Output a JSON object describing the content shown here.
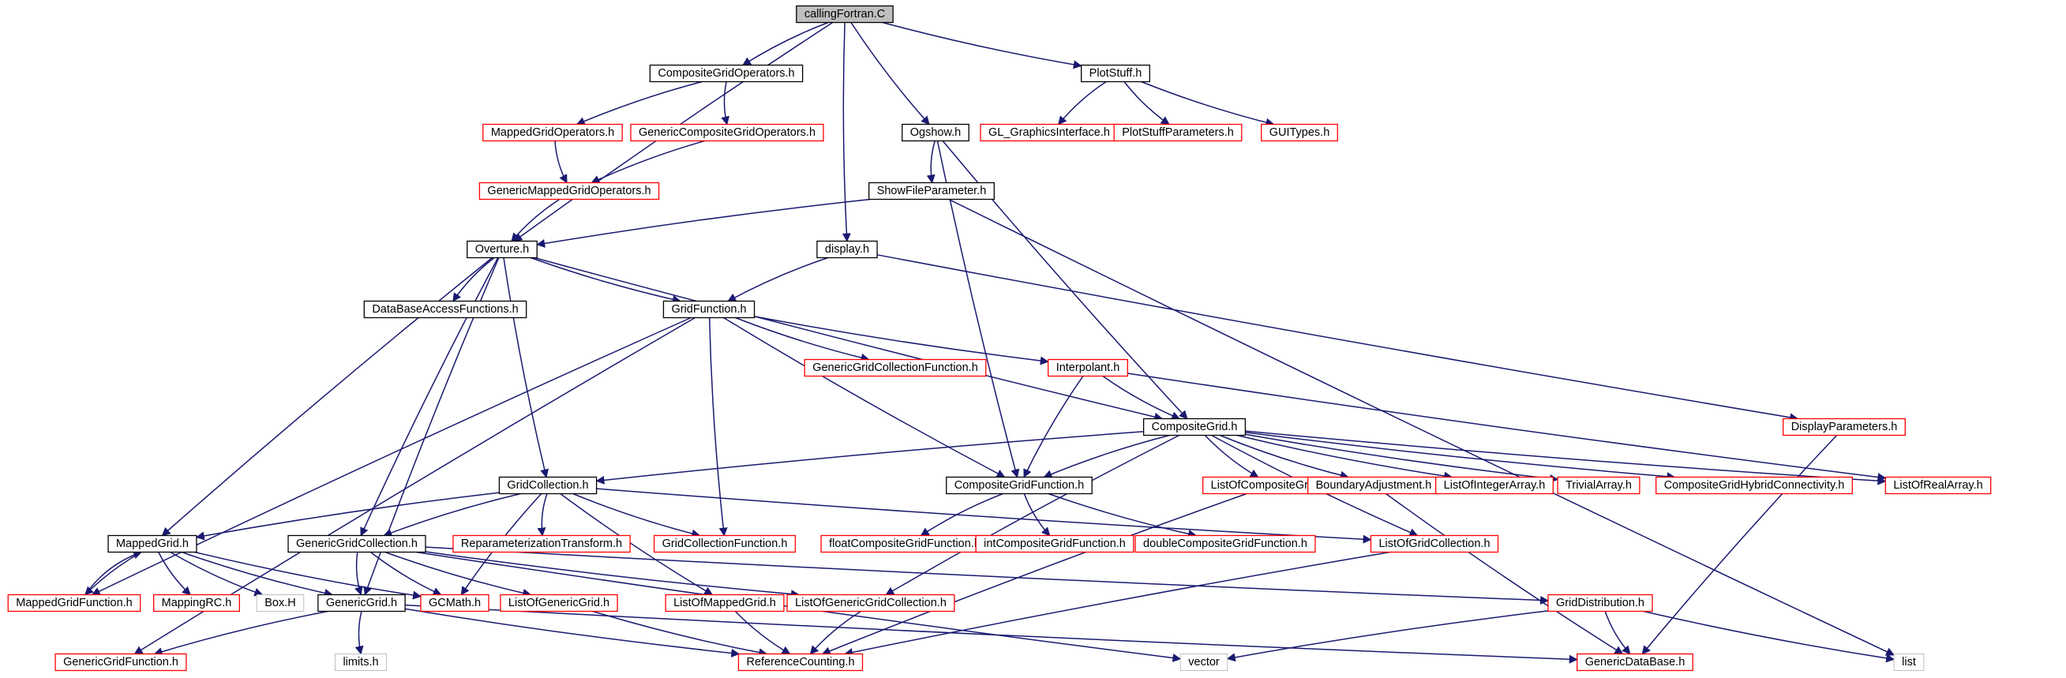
{
  "colors": {
    "edge": "#191970",
    "root_fill": "#bfbfbf",
    "documented_border": "#000000",
    "undocumented_border": "#ff0000",
    "external_border": "#bfbfbf"
  },
  "nodes": {
    "n_root": {
      "label": "callingFortran.C",
      "kind": "root"
    },
    "n_cgo": {
      "label": "CompositeGridOperators.h",
      "kind": "documented"
    },
    "n_plot": {
      "label": "PlotStuff.h",
      "kind": "documented"
    },
    "n_mgo": {
      "label": "MappedGridOperators.h",
      "kind": "undocumented"
    },
    "n_gcgo": {
      "label": "GenericCompositeGridOperators.h",
      "kind": "undocumented"
    },
    "n_ogshow": {
      "label": "Ogshow.h",
      "kind": "documented"
    },
    "n_glgi": {
      "label": "GL_GraphicsInterface.h",
      "kind": "undocumented"
    },
    "n_psp": {
      "label": "PlotStuffParameters.h",
      "kind": "undocumented"
    },
    "n_guit": {
      "label": "GUITypes.h",
      "kind": "undocumented"
    },
    "n_gmgo": {
      "label": "GenericMappedGridOperators.h",
      "kind": "undocumented"
    },
    "n_sfp": {
      "label": "ShowFileParameter.h",
      "kind": "documented"
    },
    "n_overture": {
      "label": "Overture.h",
      "kind": "documented"
    },
    "n_display": {
      "label": "display.h",
      "kind": "documented"
    },
    "n_dbaf": {
      "label": "DataBaseAccessFunctions.h",
      "kind": "documented"
    },
    "n_gf": {
      "label": "GridFunction.h",
      "kind": "documented"
    },
    "n_ggcf": {
      "label": "GenericGridCollectionFunction.h",
      "kind": "undocumented"
    },
    "n_interp": {
      "label": "Interpolant.h",
      "kind": "undocumented"
    },
    "n_dp": {
      "label": "DisplayParameters.h",
      "kind": "undocumented"
    },
    "n_cg": {
      "label": "CompositeGrid.h",
      "kind": "documented"
    },
    "n_gc": {
      "label": "GridCollection.h",
      "kind": "documented"
    },
    "n_cgf": {
      "label": "CompositeGridFunction.h",
      "kind": "documented"
    },
    "n_locg": {
      "label": "ListOfCompositeGrid.h",
      "kind": "undocumented"
    },
    "n_ba": {
      "label": "BoundaryAdjustment.h",
      "kind": "undocumented"
    },
    "n_loia": {
      "label": "ListOfIntegerArray.h",
      "kind": "undocumented"
    },
    "n_ta": {
      "label": "TrivialArray.h",
      "kind": "undocumented"
    },
    "n_cghc": {
      "label": "CompositeGridHybridConnectivity.h",
      "kind": "undocumented"
    },
    "n_lora": {
      "label": "ListOfRealArray.h",
      "kind": "undocumented"
    },
    "n_mg": {
      "label": "MappedGrid.h",
      "kind": "documented"
    },
    "n_ggc": {
      "label": "GenericGridCollection.h",
      "kind": "documented"
    },
    "n_rt": {
      "label": "ReparameterizationTransform.h",
      "kind": "undocumented"
    },
    "n_gcf": {
      "label": "GridCollectionFunction.h",
      "kind": "undocumented"
    },
    "n_fcgf": {
      "label": "floatCompositeGridFunction.h",
      "kind": "undocumented"
    },
    "n_icgf": {
      "label": "intCompositeGridFunction.h",
      "kind": "undocumented"
    },
    "n_dcgf": {
      "label": "doubleCompositeGridFunction.h",
      "kind": "undocumented"
    },
    "n_logc": {
      "label": "ListOfGridCollection.h",
      "kind": "undocumented"
    },
    "n_mgf": {
      "label": "MappedGridFunction.h",
      "kind": "undocumented"
    },
    "n_mrc": {
      "label": "MappingRC.h",
      "kind": "undocumented"
    },
    "n_box": {
      "label": "Box.H",
      "kind": "external"
    },
    "n_gg": {
      "label": "GenericGrid.h",
      "kind": "documented"
    },
    "n_gcm": {
      "label": "GCMath.h",
      "kind": "undocumented"
    },
    "n_logg": {
      "label": "ListOfGenericGrid.h",
      "kind": "undocumented"
    },
    "n_lomg": {
      "label": "ListOfMappedGrid.h",
      "kind": "undocumented"
    },
    "n_loggc": {
      "label": "ListOfGenericGridCollection.h",
      "kind": "undocumented"
    },
    "n_gd": {
      "label": "GridDistribution.h",
      "kind": "undocumented"
    },
    "n_ggf": {
      "label": "GenericGridFunction.h",
      "kind": "undocumented"
    },
    "n_limits": {
      "label": "limits.h",
      "kind": "external"
    },
    "n_rc": {
      "label": "ReferenceCounting.h",
      "kind": "undocumented"
    },
    "n_vector": {
      "label": "vector",
      "kind": "external"
    },
    "n_gdb": {
      "label": "GenericDataBase.h",
      "kind": "undocumented"
    },
    "n_list": {
      "label": "list",
      "kind": "external"
    }
  },
  "edges": [
    [
      "n_root",
      "n_cgo"
    ],
    [
      "n_root",
      "n_plot"
    ],
    [
      "n_root",
      "n_ogshow"
    ],
    [
      "n_root",
      "n_display"
    ],
    [
      "n_root",
      "n_overture"
    ],
    [
      "n_cgo",
      "n_mgo"
    ],
    [
      "n_cgo",
      "n_gcgo"
    ],
    [
      "n_mgo",
      "n_gmgo"
    ],
    [
      "n_gcgo",
      "n_gmgo"
    ],
    [
      "n_gmgo",
      "n_overture"
    ],
    [
      "n_plot",
      "n_glgi"
    ],
    [
      "n_plot",
      "n_psp"
    ],
    [
      "n_plot",
      "n_guit"
    ],
    [
      "n_ogshow",
      "n_sfp"
    ],
    [
      "n_ogshow",
      "n_cgf"
    ],
    [
      "n_ogshow",
      "n_cg"
    ],
    [
      "n_sfp",
      "n_overture"
    ],
    [
      "n_sfp",
      "n_list"
    ],
    [
      "n_display",
      "n_gf"
    ],
    [
      "n_display",
      "n_dp"
    ],
    [
      "n_overture",
      "n_dbaf"
    ],
    [
      "n_overture",
      "n_gf"
    ],
    [
      "n_overture",
      "n_cg"
    ],
    [
      "n_overture",
      "n_gc"
    ],
    [
      "n_overture",
      "n_ggc"
    ],
    [
      "n_overture",
      "n_gg"
    ],
    [
      "n_overture",
      "n_mg"
    ],
    [
      "n_gf",
      "n_ggcf"
    ],
    [
      "n_gf",
      "n_interp"
    ],
    [
      "n_gf",
      "n_cgf"
    ],
    [
      "n_gf",
      "n_gcf"
    ],
    [
      "n_gf",
      "n_mgf"
    ],
    [
      "n_gf",
      "n_ggf"
    ],
    [
      "n_interp",
      "n_cg"
    ],
    [
      "n_interp",
      "n_cgf"
    ],
    [
      "n_interp",
      "n_lora"
    ],
    [
      "n_dp",
      "n_gdb"
    ],
    [
      "n_cg",
      "n_gc"
    ],
    [
      "n_cg",
      "n_cgf"
    ],
    [
      "n_cg",
      "n_locg"
    ],
    [
      "n_cg",
      "n_ba"
    ],
    [
      "n_cg",
      "n_loia"
    ],
    [
      "n_cg",
      "n_ta"
    ],
    [
      "n_cg",
      "n_cghc"
    ],
    [
      "n_cg",
      "n_lora"
    ],
    [
      "n_cg",
      "n_logc"
    ],
    [
      "n_cg",
      "n_loggc"
    ],
    [
      "n_gc",
      "n_mg"
    ],
    [
      "n_gc",
      "n_ggc"
    ],
    [
      "n_gc",
      "n_rt"
    ],
    [
      "n_gc",
      "n_gcf"
    ],
    [
      "n_gc",
      "n_lomg"
    ],
    [
      "n_gc",
      "n_logc"
    ],
    [
      "n_gc",
      "n_gcm"
    ],
    [
      "n_cgf",
      "n_fcgf"
    ],
    [
      "n_cgf",
      "n_icgf"
    ],
    [
      "n_cgf",
      "n_dcgf"
    ],
    [
      "n_locg",
      "n_rc"
    ],
    [
      "n_ba",
      "n_gdb"
    ],
    [
      "n_logc",
      "n_rc"
    ],
    [
      "n_mg",
      "n_mgf"
    ],
    [
      "n_mg",
      "n_mrc"
    ],
    [
      "n_mg",
      "n_box"
    ],
    [
      "n_mg",
      "n_gg"
    ],
    [
      "n_mg",
      "n_gcm"
    ],
    [
      "n_mgf",
      "n_mg"
    ],
    [
      "n_ggc",
      "n_gg"
    ],
    [
      "n_ggc",
      "n_gcm"
    ],
    [
      "n_ggc",
      "n_logg"
    ],
    [
      "n_ggc",
      "n_loggc"
    ],
    [
      "n_ggc",
      "n_gd"
    ],
    [
      "n_ggc",
      "n_vector"
    ],
    [
      "n_gg",
      "n_ggf"
    ],
    [
      "n_gg",
      "n_limits"
    ],
    [
      "n_gg",
      "n_rc"
    ],
    [
      "n_gg",
      "n_gdb"
    ],
    [
      "n_logg",
      "n_rc"
    ],
    [
      "n_lomg",
      "n_rc"
    ],
    [
      "n_loggc",
      "n_rc"
    ],
    [
      "n_gd",
      "n_gdb"
    ],
    [
      "n_gd",
      "n_vector"
    ],
    [
      "n_gd",
      "n_list"
    ]
  ]
}
